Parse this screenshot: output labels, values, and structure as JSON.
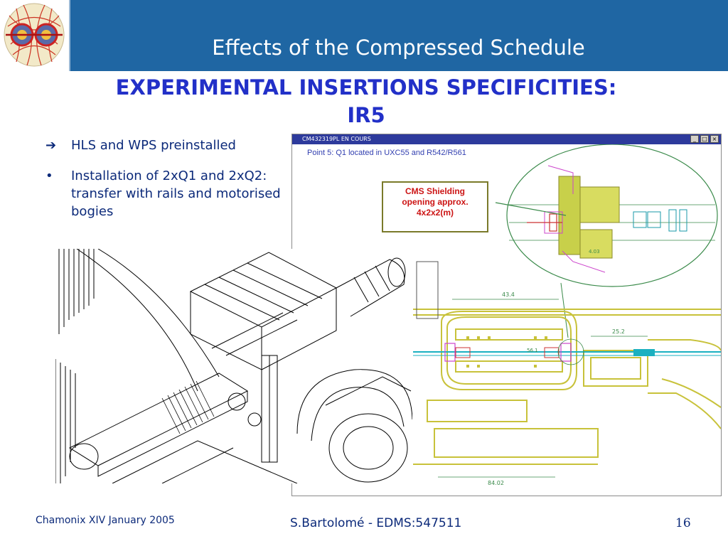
{
  "header": {
    "title": "Effects of the Compressed Schedule"
  },
  "subtitle": {
    "line1": "EXPERIMENTAL INSERTIONS SPECIFICITIES:",
    "line2": "IR5"
  },
  "bullets": [
    {
      "marker": "➔",
      "text": "HLS and WPS preinstalled"
    },
    {
      "marker": "•",
      "text": "Installation of 2xQ1 and 2xQ2: transfer with rails and motorised bogies"
    }
  ],
  "drawing_window": {
    "title": "CM432319PL EN COURS",
    "buttons": [
      "_",
      "□",
      "×"
    ],
    "point_label": "Point 5: Q1 located in UXC55 and R542/R561",
    "cms_box": {
      "line1": "CMS Shielding",
      "line2": "opening approx.",
      "line3": "4x2x2(m)"
    },
    "dimensions": [
      "43.4",
      "25.2",
      "84.02",
      "4.03",
      "56.1"
    ]
  },
  "footer": {
    "left": "Chamonix XIV January 2005",
    "center": "S.Bartolomé - EDMS:547511",
    "page": "16"
  },
  "colors": {
    "header_bg": "#1f66a3",
    "subtitle": "#2230c8",
    "body_text": "#0c2a7a",
    "cms_text": "#cc1414"
  }
}
